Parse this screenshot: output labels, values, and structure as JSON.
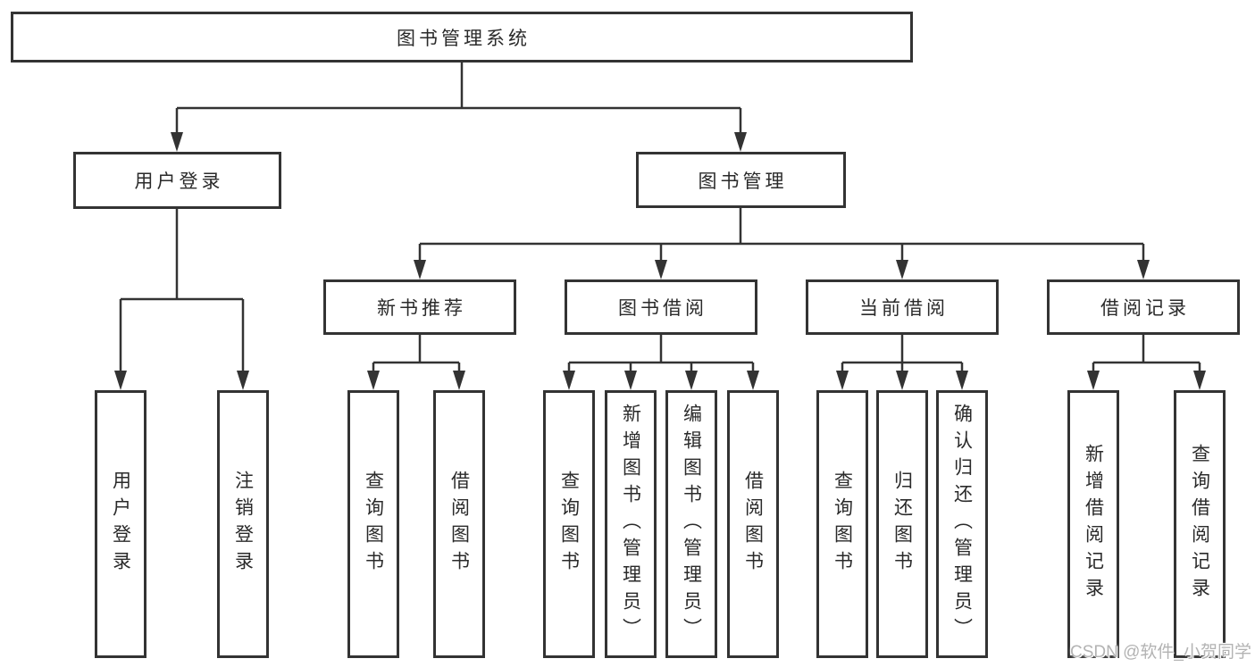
{
  "diagram": {
    "root": {
      "label": "图书管理系统"
    },
    "level1": [
      {
        "label": "用户登录",
        "children": [
          {
            "label": "用户登录"
          },
          {
            "label": "注销登录"
          }
        ]
      },
      {
        "label": "图书管理",
        "children": [
          {
            "label": "新书推荐",
            "children": [
              {
                "label": "查询图书"
              },
              {
                "label": "借阅图书"
              }
            ]
          },
          {
            "label": "图书借阅",
            "children": [
              {
                "label": "查询图书"
              },
              {
                "label": "新增图书（管理员）"
              },
              {
                "label": "编辑图书（管理员）"
              },
              {
                "label": "借阅图书"
              }
            ]
          },
          {
            "label": "当前借阅",
            "children": [
              {
                "label": "查询图书"
              },
              {
                "label": "归还图书"
              },
              {
                "label": "确认归还（管理员）"
              }
            ]
          },
          {
            "label": "借阅记录",
            "children": [
              {
                "label": "新增借阅记录"
              },
              {
                "label": "查询借阅记录"
              }
            ]
          }
        ]
      }
    ]
  },
  "watermark": {
    "text": "CSDN @软件_小贺同学"
  },
  "colors": {
    "line": "#333333",
    "border": "#333333",
    "text": "#2a2a2a",
    "watermark": "#b3b3b3",
    "background": "#ffffff"
  }
}
